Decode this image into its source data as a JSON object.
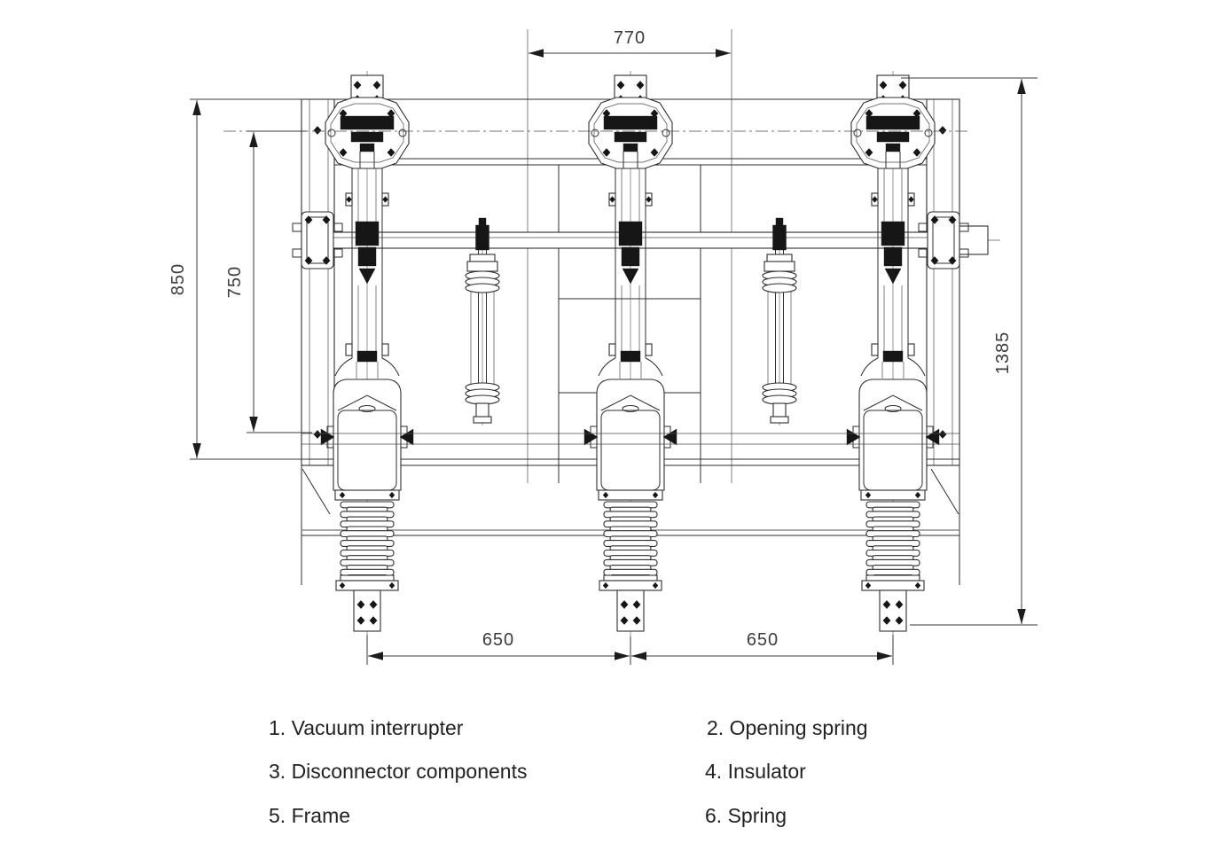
{
  "drawing": {
    "type": "technical-front-view",
    "subject": "three-pole switchgear outline drawing"
  },
  "dimensions": {
    "top_width": "770",
    "frame_height": "850",
    "inner_height": "750",
    "total_height": "1385",
    "pole_spacing_left": "650",
    "pole_spacing_right": "650"
  },
  "legend": {
    "items": [
      "1. Vacuum interrupter",
      "2. Opening spring",
      "3. Disconnector components",
      "4. Insulator",
      "5. Frame",
      "6. Spring"
    ]
  },
  "colors": {
    "background": "#ffffff",
    "line": "#2e2e2e",
    "dimension_text": "#3c3c3c"
  }
}
